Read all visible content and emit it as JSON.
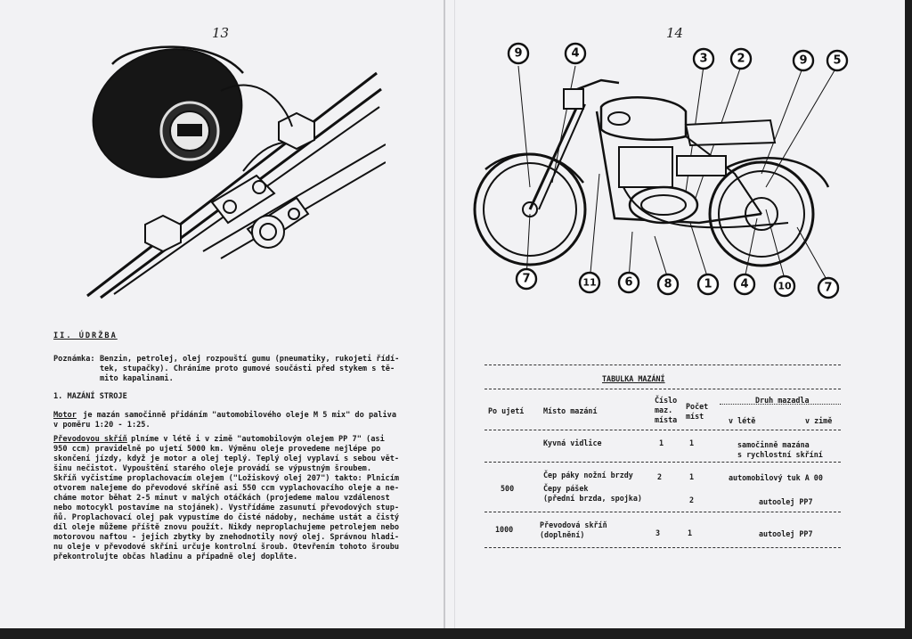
{
  "left_page": {
    "page_number": "13",
    "section_title": "II. ÚDRŽBA",
    "note_label": "Poznámka:",
    "note_lines": [
      "Benzin, petrolej, olej rozpouští gumu (pneumatiky, rukojeti řídí-",
      "tek, stupačky). Chráníme proto gumové součásti před stykem s tě-",
      "mito kapalinami."
    ],
    "subsection_title": "1. MAZÁNÍ STROJE",
    "motor_label": "Motor",
    "motor_lines": [
      " je mazán samočinně přidáním \"automobilového oleje M 5 mix\" do paliva",
      "v poměru 1:20 - 1:25."
    ],
    "gearbox_label": "Převodovou skříň",
    "gearbox_lines": [
      " plníme v létě i v zimě \"automobilovým olejem PP 7\" (asi",
      "950 ccm) pravidelně po ujetí 5000 km. Výměnu oleje provedeme nejlépe po",
      "skončení jízdy, když je motor a olej teplý. Teplý olej vyplaví s sebou vět-",
      "šinu nečistot. Vypouštění starého oleje provádí se výpustným šroubem.",
      "Skříň vyčistíme proplachovacím olejem (\"Ložiskový olej 207\") takto: Plnicím",
      "otvorem nalejeme do převodové skříně asi 550 ccm vyplachovacího oleje a ne-",
      "cháme motor běhat 2-5 minut v malých otáčkách (projedeme malou vzdálenost",
      "nebo motocykl postavíme na stojánek). Vystřídáme zasunutí převodových stup-",
      "ňů. Proplachovací olej pak vypustíme do čisté nádoby, necháme ustát a čistý",
      "díl oleje můžeme příště znovu použít. Nikdy neproplachujeme petrolejem nebo",
      "motorovou naftou - jejich zbytky by znehodnotily nový olej. Správnou hladi-",
      "nu oleje v převodové skříni určuje kontrolní šroub. Otevřením tohoto šroubu",
      "překontrolujte občas hladinu a případně olej doplňte."
    ]
  },
  "right_page": {
    "page_number": "14",
    "callouts_top": [
      "9",
      "4",
      "3",
      "2",
      "9",
      "5"
    ],
    "callouts_bottom": [
      "7",
      "11",
      "6",
      "8",
      "1",
      "4",
      "10",
      "7"
    ],
    "table": {
      "title": "TABULKA MAZÁNÍ",
      "headers": {
        "km": "Po ujetí",
        "place": "Místo mazání",
        "num_1": "Číslo",
        "num_2": "maz.",
        "num_3": "místa",
        "count_1": "Počet",
        "count_2": "míst",
        "type": "Druh mazadla",
        "summer": "v létě",
        "winter": "v zimě"
      },
      "rows": [
        {
          "km": "",
          "place": "Kyvná vidlice",
          "num": "1",
          "count": "1",
          "type_1": "samočinně mazána",
          "type_2": "s rychlostní skříní"
        },
        {
          "km": "500",
          "place_1": "Čep páky nožní brzdy",
          "num": "2",
          "count": "1",
          "type": "automobilový tuk A 00",
          "place_2": "Čepy pášek",
          "place_3": "(přední brzda, spojka)",
          "count_2": "2",
          "type_2": "autoolej PP7"
        },
        {
          "km": "1000",
          "place_1": "Převodová skříň",
          "place_2": "(doplnění)",
          "num": "3",
          "count": "1",
          "type": "autoolej PP7"
        }
      ]
    }
  }
}
